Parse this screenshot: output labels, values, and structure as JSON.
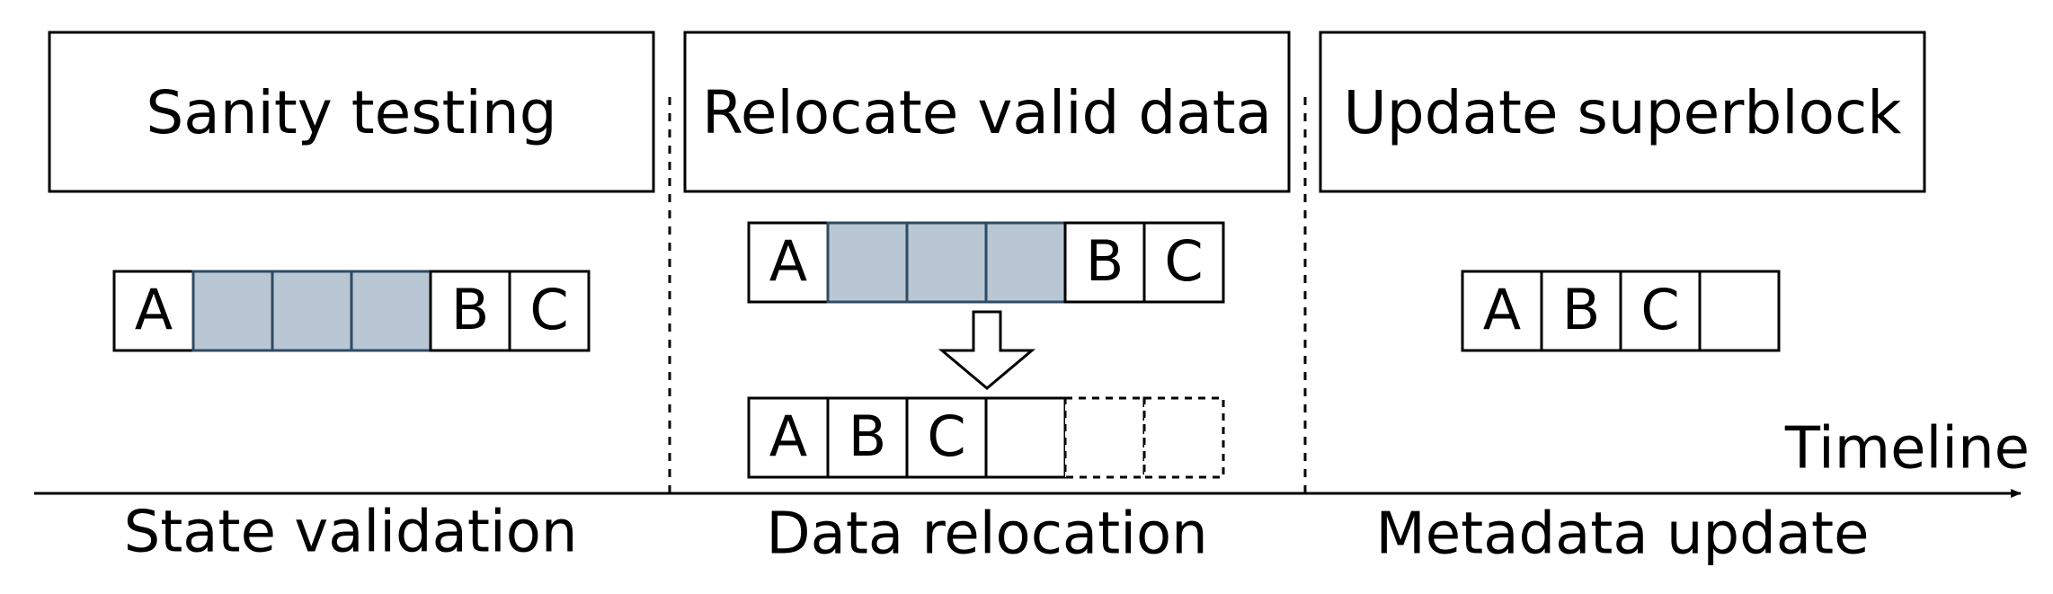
{
  "stages": [
    {
      "title": "Sanity testing",
      "phase": "State validation"
    },
    {
      "title": "Relocate valid data",
      "phase": "Data relocation"
    },
    {
      "title": "Update superblock",
      "phase": "Metadata update"
    }
  ],
  "timeline_label": "Timeline",
  "blocks": {
    "validation": [
      "A",
      "",
      "",
      "",
      "B",
      "C"
    ],
    "relocation_before": [
      "A",
      "",
      "",
      "",
      "B",
      "C"
    ],
    "relocation_after": [
      "A",
      "B",
      "C",
      "",
      "",
      ""
    ],
    "metadata": [
      "A",
      "B",
      "C",
      ""
    ]
  },
  "colors": {
    "invalid_block_fill": "#b8c7d3",
    "invalid_block_stroke": "#2f4b63"
  }
}
